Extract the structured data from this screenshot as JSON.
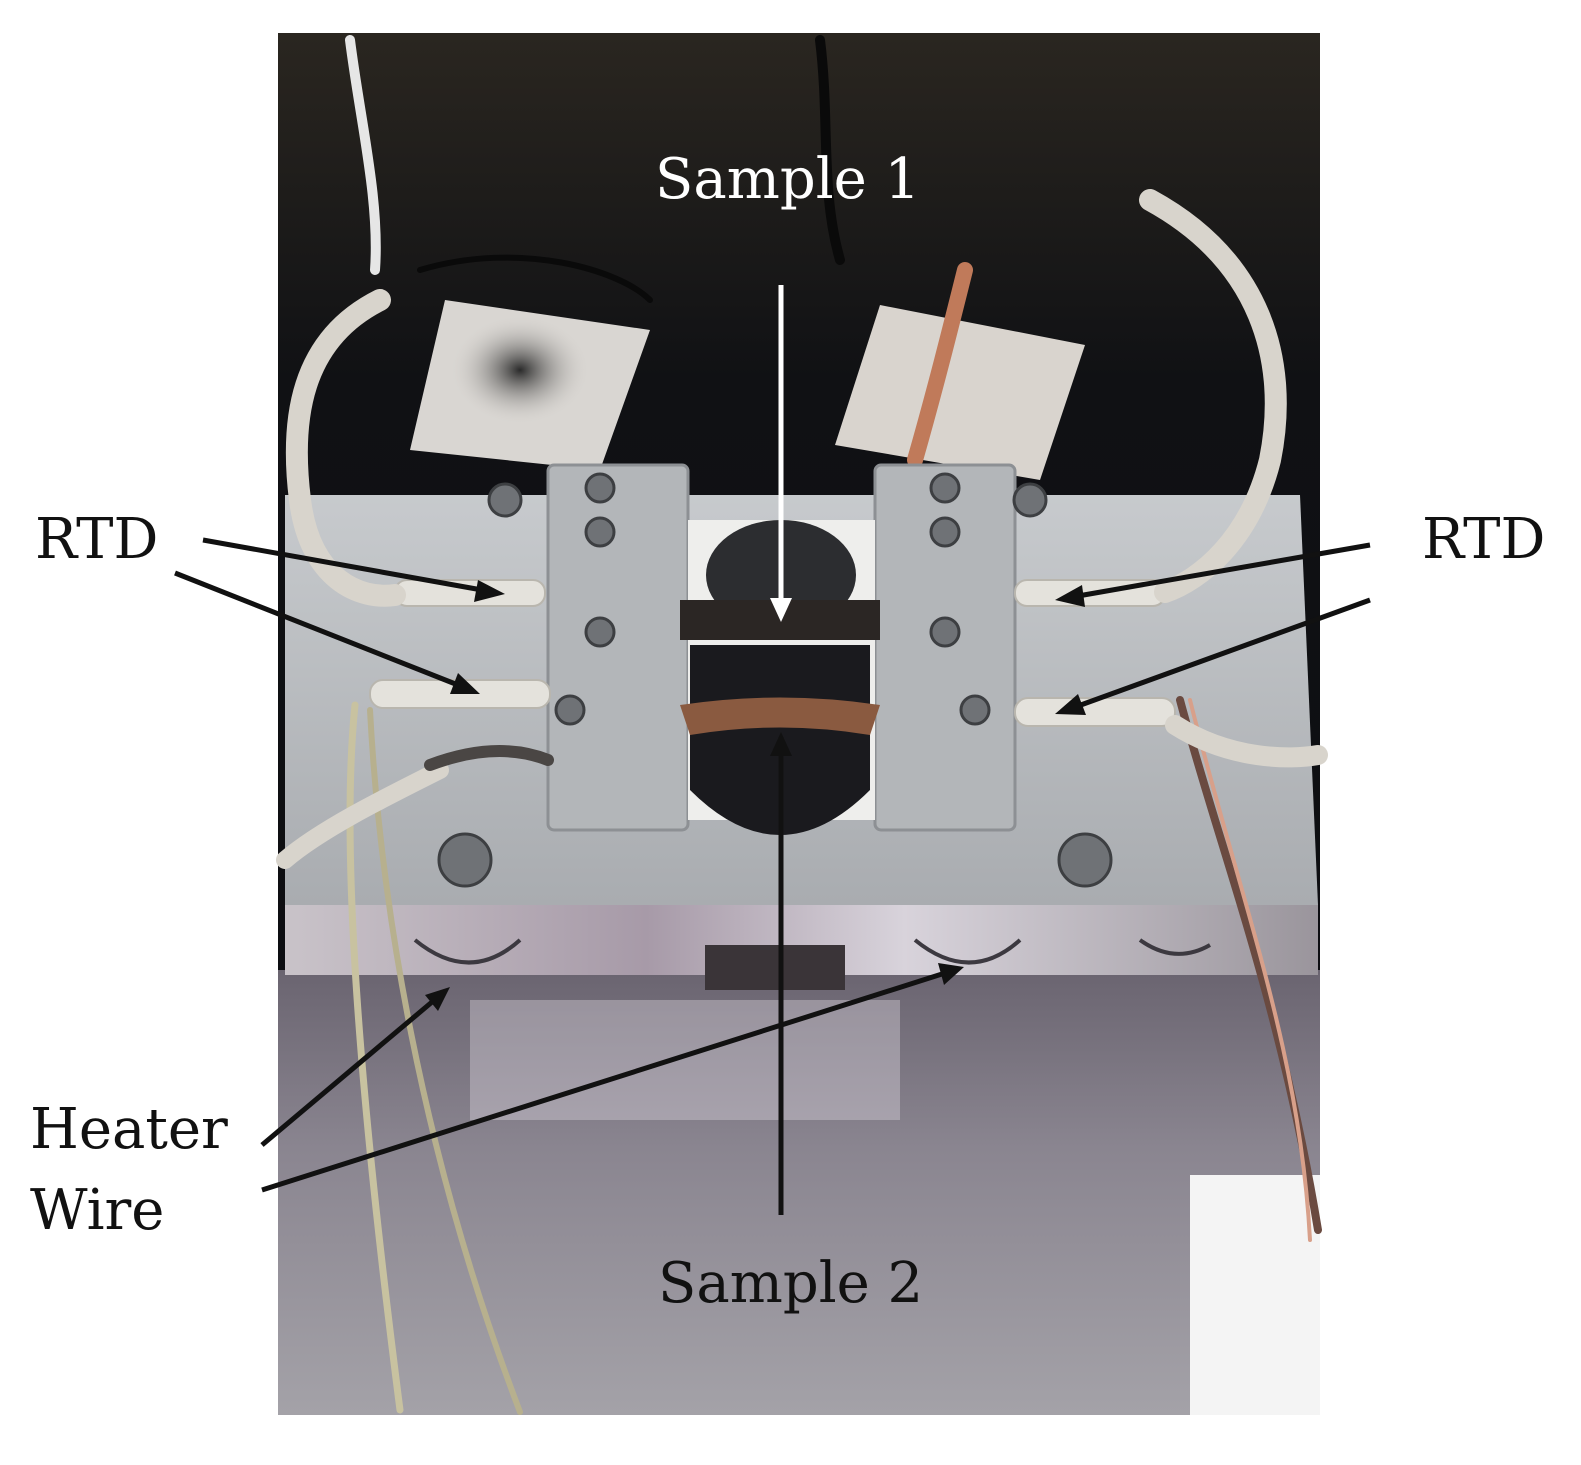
{
  "labels": {
    "sample1": "Sample 1",
    "sample2": "Sample 2",
    "rtd_left": "RTD",
    "rtd_right": "RTD",
    "heater_line1": "Heater",
    "heater_line2": "Wire"
  },
  "colors": {
    "background": "#ffffff",
    "arrow_dark": "#111111",
    "arrow_light": "#ffffff",
    "metal": "#b9bcbf",
    "dark_background": "#15161a"
  }
}
